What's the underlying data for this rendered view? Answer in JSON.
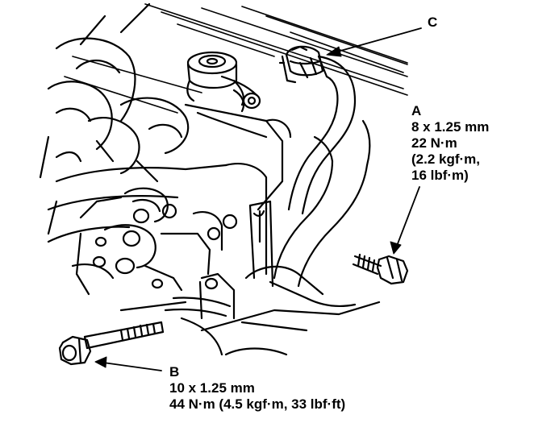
{
  "callouts": {
    "c": {
      "letter": "C"
    },
    "a": {
      "letter": "A",
      "size": "8 x 1.25 mm",
      "torque": "22 N·m",
      "torque_kgf": "(2.2 kgf·m,",
      "torque_lbf": "16 lbf·m)"
    },
    "b": {
      "letter": "B",
      "size": "10 x 1.25 mm",
      "torque": "44 N·m (4.5 kgf·m, 33 lbf·ft)"
    }
  }
}
